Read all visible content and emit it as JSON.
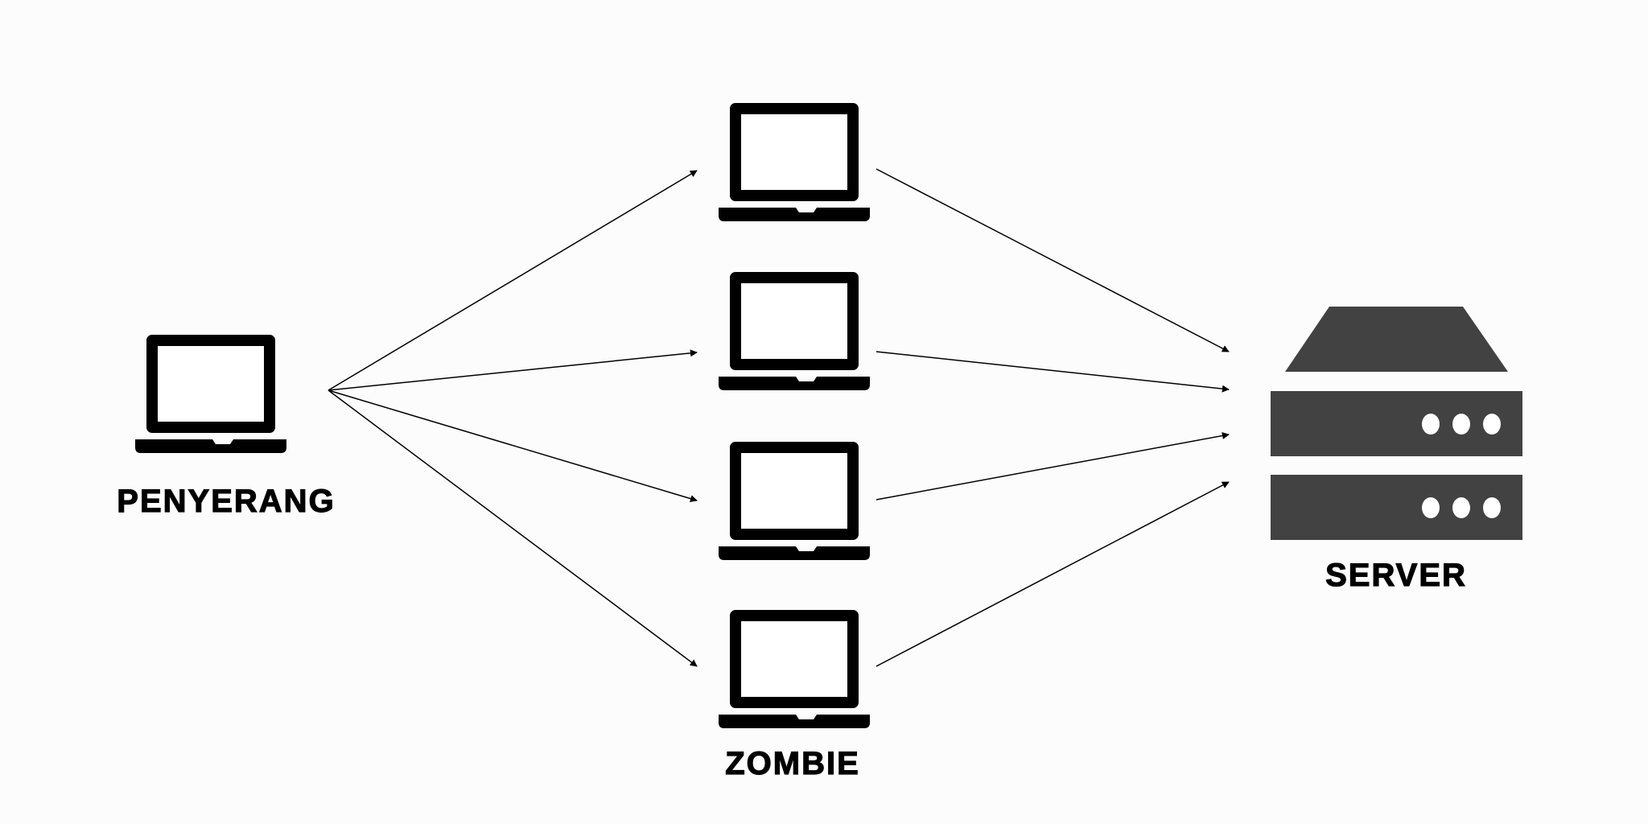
{
  "diagram": {
    "labels": {
      "attacker": "PENYERANG",
      "zombies": "ZOMBIE",
      "server": "SERVER"
    },
    "nodes": {
      "attacker": {
        "icon": "laptop-icon"
      },
      "zombies": [
        {
          "icon": "laptop-icon"
        },
        {
          "icon": "laptop-icon"
        },
        {
          "icon": "laptop-icon"
        },
        {
          "icon": "laptop-icon"
        }
      ],
      "server": {
        "icon": "server-icon"
      }
    },
    "edges": [
      {
        "from": "attacker",
        "to": "zombie-1"
      },
      {
        "from": "attacker",
        "to": "zombie-2"
      },
      {
        "from": "attacker",
        "to": "zombie-3"
      },
      {
        "from": "attacker",
        "to": "zombie-4"
      },
      {
        "from": "zombie-1",
        "to": "server"
      },
      {
        "from": "zombie-2",
        "to": "server"
      },
      {
        "from": "zombie-3",
        "to": "server"
      },
      {
        "from": "zombie-4",
        "to": "server"
      }
    ],
    "colors": {
      "background": "#fdfcfc",
      "laptop": "#000000",
      "server": "#424242",
      "server_lights": "#ffffff"
    }
  }
}
